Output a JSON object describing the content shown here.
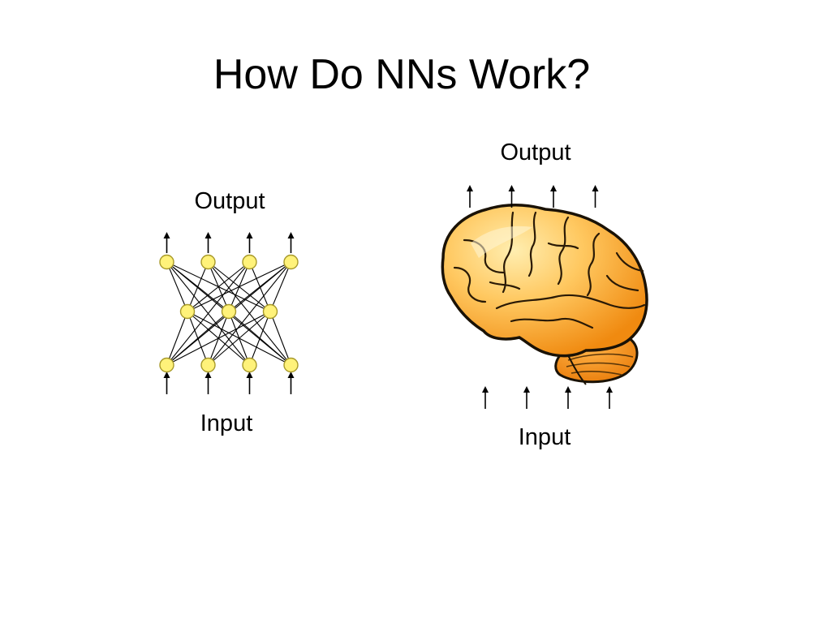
{
  "title": "How Do NNs Work?",
  "network_diagram": {
    "output_label": "Output",
    "input_label": "Input",
    "layers": [
      4,
      3,
      4
    ],
    "node_fill": "#fff27a",
    "node_stroke": "#a89a2a"
  },
  "brain_diagram": {
    "output_label": "Output",
    "input_label": "Input",
    "output_arrow_count": 4,
    "input_arrow_count": 4,
    "brain_colors": {
      "highlight": "#ffeeb0",
      "mid": "#ffb347",
      "shadow": "#f08a10",
      "outline": "#1a1206"
    }
  }
}
